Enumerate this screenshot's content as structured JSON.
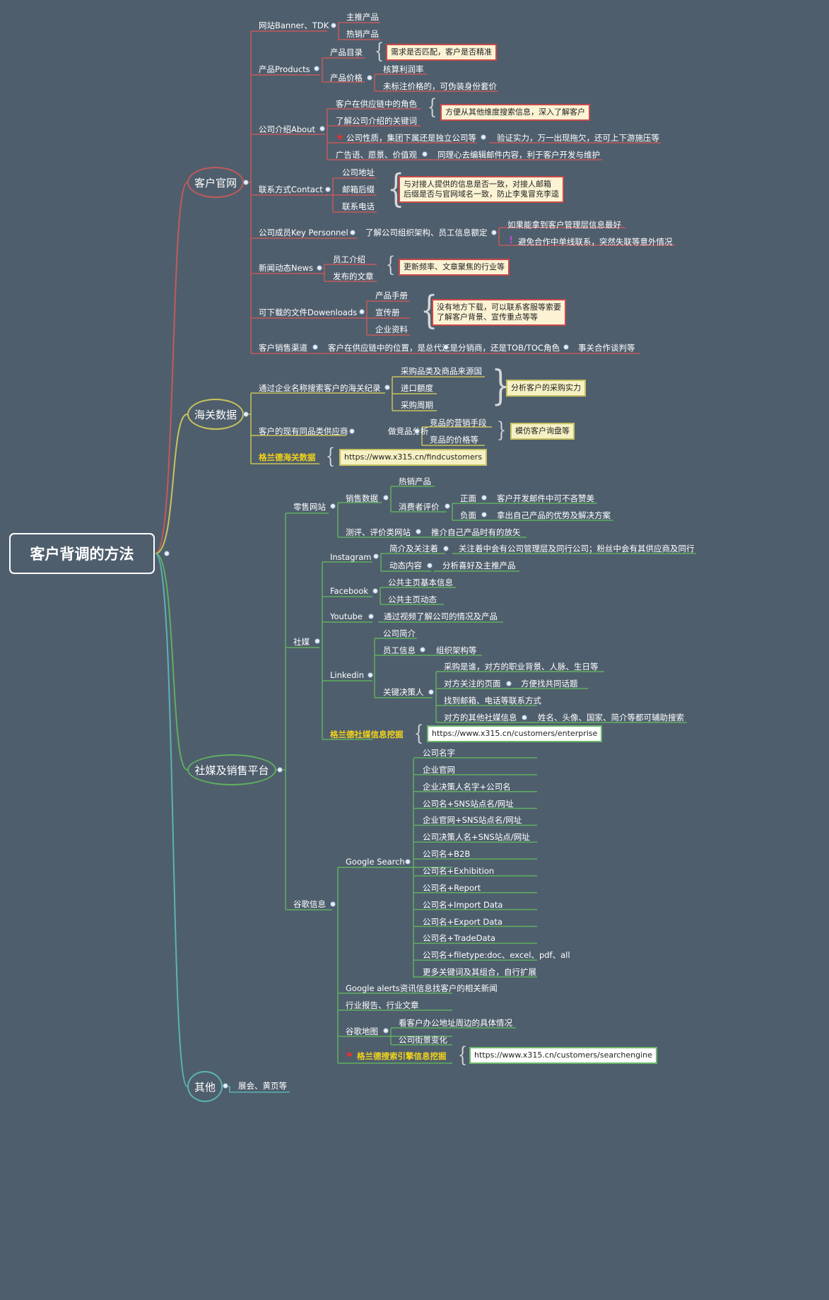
{
  "title": "客户背调的方法",
  "colors": {
    "background": "#4f5e6d",
    "red_branch": "#c25a5a",
    "yellow_branch": "#c8c45a",
    "green_branch": "#5faf5f",
    "teal_branch": "#5ab4b4"
  },
  "branches": {
    "website": {
      "label": "客户官网",
      "items": [
        {
          "label": "网站Banner、TDK",
          "children": [
            "主推产品",
            "热销产品"
          ]
        },
        {
          "label": "产品Products",
          "children": [
            {
              "label": "产品目录",
              "note": "需求是否匹配，客户是否精准"
            },
            {
              "label": "产品价格",
              "children": [
                "核算利润率",
                "未标注价格的，可伪装身份套价"
              ]
            }
          ]
        },
        {
          "label": "公司介绍About",
          "children": [
            "客户在供应链中的角色",
            "了解公司介绍的关键词",
            {
              "label": "公司性质，集团下属还是独立公司等",
              "detail": "验证实力，万一出现拖欠，还可上下游施压等"
            },
            {
              "label": "广告语、愿景、价值观",
              "detail": "同理心去编辑邮件内容，利于客户开发与维护"
            }
          ],
          "note": "方便从其他维度搜索信息，深入了解客户"
        },
        {
          "label": "联系方式Contact",
          "children": [
            "公司地址",
            "邮箱后缀",
            "联系电话"
          ],
          "note": [
            "与对接人提供的信息是否一致，对接人邮箱",
            "后缀是否与官网域名一致，防止李鬼冒充李逵"
          ]
        },
        {
          "label": "公司成员Key Personnel",
          "detail": "了解公司组织架构、员工信息额定",
          "children": [
            "如果能拿到客户管理层信息最好",
            "避免合作中单线联系，突然失联等意外情况"
          ]
        },
        {
          "label": "新闻动态News",
          "children": [
            "员工介绍",
            "发布的文章"
          ],
          "note": "更新频率、文章聚焦的行业等"
        },
        {
          "label": "可下载的文件Dowenloads",
          "children": [
            "产品手册",
            "宣传册",
            "企业资料"
          ],
          "note": [
            "没有地方下载，可以联系客服等索要",
            "了解客户背景、宣传重点等等"
          ]
        },
        {
          "label": "客户销售渠道",
          "detail": "客户在供应链中的位置，是总代还是分销商，还是TOB/TOC角色",
          "detail2": "事关合作谈判等"
        }
      ]
    },
    "customs": {
      "label": "海关数据",
      "items": [
        {
          "label": "通过企业名称搜索客户的海关纪录",
          "children": [
            "采购品类及商品来源国",
            "进口额度",
            "采购周期"
          ],
          "note": "分析客户的采购实力"
        },
        {
          "label": "客户的现有同品类供应商",
          "detail": "做竞品分析",
          "children": [
            "竞品的营销手段",
            "竞品的价格等"
          ],
          "note": "模仿客户询盘等"
        },
        {
          "label": "格兰德海关数据",
          "note": "https://www.x315.cn/findcustomers"
        }
      ]
    },
    "social": {
      "label": "社媒及销售平台",
      "retail": {
        "label": "零售网站",
        "sales": "销售数据",
        "hot": "热销产品",
        "review": "消费者评价",
        "pos": "正面",
        "pos_d": "客户开发邮件中可不吝赞美",
        "neg": "负面",
        "neg_d": "拿出自己产品的优势及解决方案",
        "eval": "测评、评价类网站",
        "eval_d": "推介自己产品时有的放矢"
      },
      "media": {
        "label": "社媒",
        "instagram": "Instagram",
        "ig1": "简介及关注着",
        "ig1_d": "关注着中会有公司管理层及同行公司；粉丝中会有其供应商及同行",
        "ig2": "动态内容",
        "ig2_d": "分析喜好及主推产品",
        "facebook": "Facebook",
        "fb1": "公共主页基本信息",
        "fb2": "公共主页动态",
        "youtube": "Youtube",
        "yt_d": "通过视频了解公司的情况及产品",
        "linkedin": "Linkedin",
        "li1": "公司简介",
        "li2": "员工信息",
        "li2_d": "组织架构等",
        "li3": "关键决策人",
        "kd1": "采购是谁，对方的职业背景、人脉、生日等",
        "kd2": "对方关注的页面",
        "kd2_d": "方便找共同话题",
        "kd3": "找到邮箱、电话等联系方式",
        "kd4": "对方的其他社媒信息",
        "kd4_d": "姓名、头像、国家、简介等都可辅助搜索",
        "grand": "格兰德社媒信息挖掘",
        "grand_url": "https://www.x315.cn/customers/enterprise"
      },
      "google": {
        "label": "谷歌信息",
        "search": "Google Search",
        "queries": [
          "公司名字",
          "企业官网",
          "企业决策人名字+公司名",
          "公司名+SNS站点名/网址",
          "企业官网+SNS站点名/网址",
          "公司决策人名+SNS站点/网址",
          "公司名+B2B",
          "公司名+Exhibition",
          "公司名+Report",
          "公司名+Import Data",
          "公司名+Export Data",
          "公司名+TradeData",
          "公司名+filetype:doc、excel、pdf、all",
          "更多关键词及其组合，自行扩展"
        ],
        "alerts": "Google alerts资讯信息找客户的相关新闻",
        "reports": "行业报告、行业文章",
        "maps": "谷歌地图",
        "map1": "看客户办公地址周边的具体情况",
        "map2": "公司街景变化",
        "grand": "格兰德搜索引擎信息挖掘",
        "grand_url": "https://www.x315.cn/customers/searchengine"
      }
    },
    "other": {
      "label": "其他",
      "detail": "展会、黄页等"
    }
  }
}
